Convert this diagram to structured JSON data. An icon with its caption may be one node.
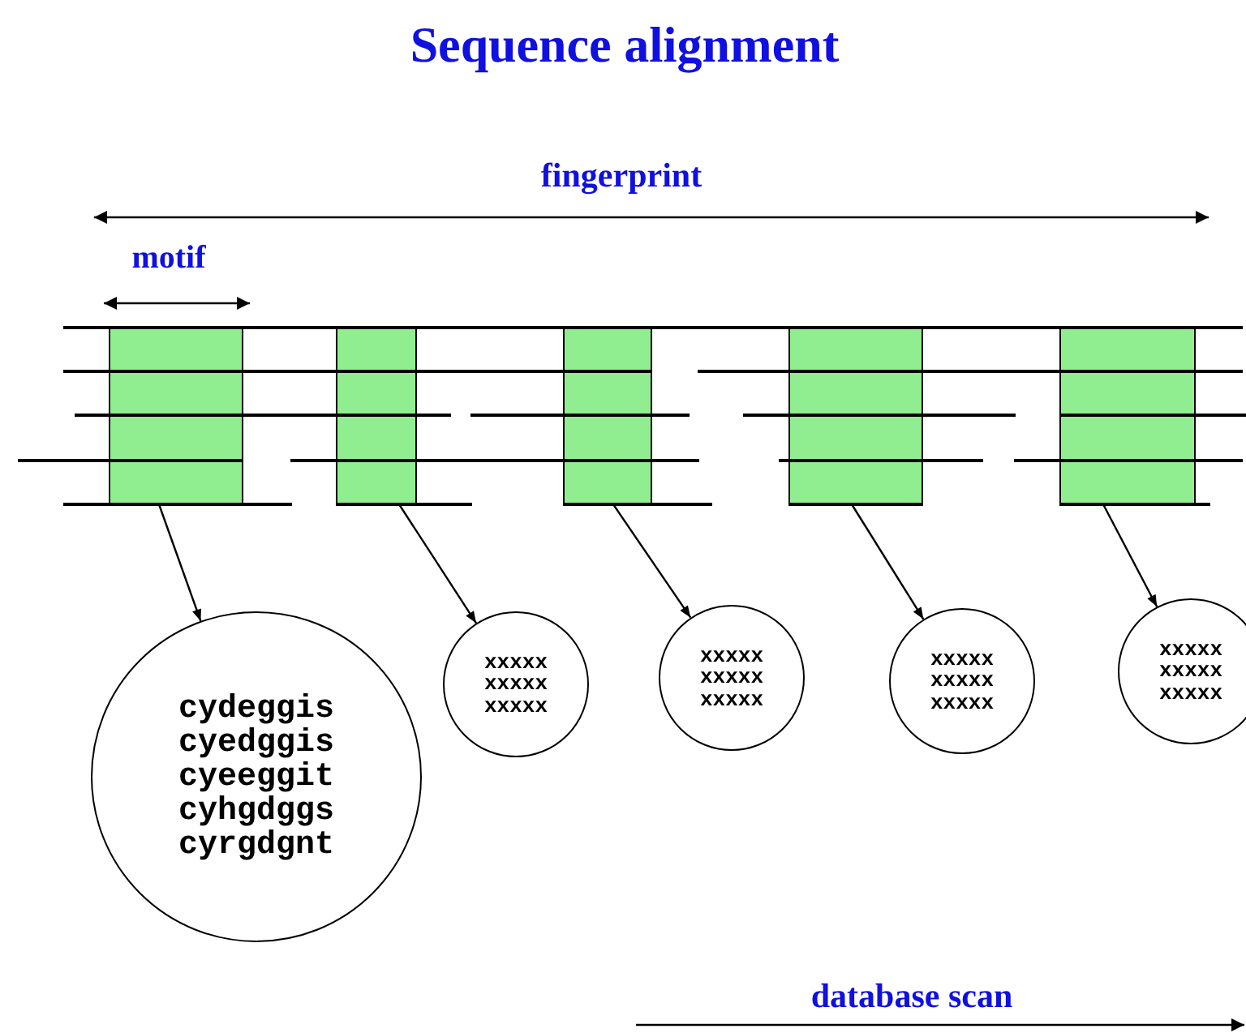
{
  "diagram": {
    "title": "Sequence alignment",
    "nodes": [
      {
        "text": [],
        "shape": "box"
      },
      {
        "text": [],
        "shape": "box"
      },
      {
        "text": [],
        "shape": "box"
      },
      {
        "text": [],
        "shape": "box"
      },
      {
        "text": [],
        "shape": "box"
      },
      {
        "text": [
          "cydeggis",
          "cyedggis",
          "cyeeggit",
          "cyhgdggs",
          "cyrgdgnt"
        ]
      },
      {
        "text": [
          "xxxxx",
          "xxxxx",
          "xxxxx"
        ]
      },
      {
        "text": [
          "xxxxx",
          "xxxxx",
          "xxxxx"
        ]
      },
      {
        "text": [
          "xxxxx",
          "xxxxx",
          "xxxxx"
        ]
      },
      {
        "text": [
          "xxxxx",
          "xxxxx",
          "xxxxx"
        ]
      }
    ],
    "edges": [
      {
        "from": 0,
        "to": 5,
        "arrow": "to"
      },
      {
        "from": 1,
        "to": 6,
        "arrow": "to"
      },
      {
        "from": 2,
        "to": 7,
        "arrow": "to"
      },
      {
        "from": 3,
        "to": 8,
        "arrow": "to"
      },
      {
        "from": 4,
        "to": 9,
        "arrow": "to"
      }
    ],
    "labels": [
      "fingerprint",
      "motif",
      "database scan"
    ]
  }
}
